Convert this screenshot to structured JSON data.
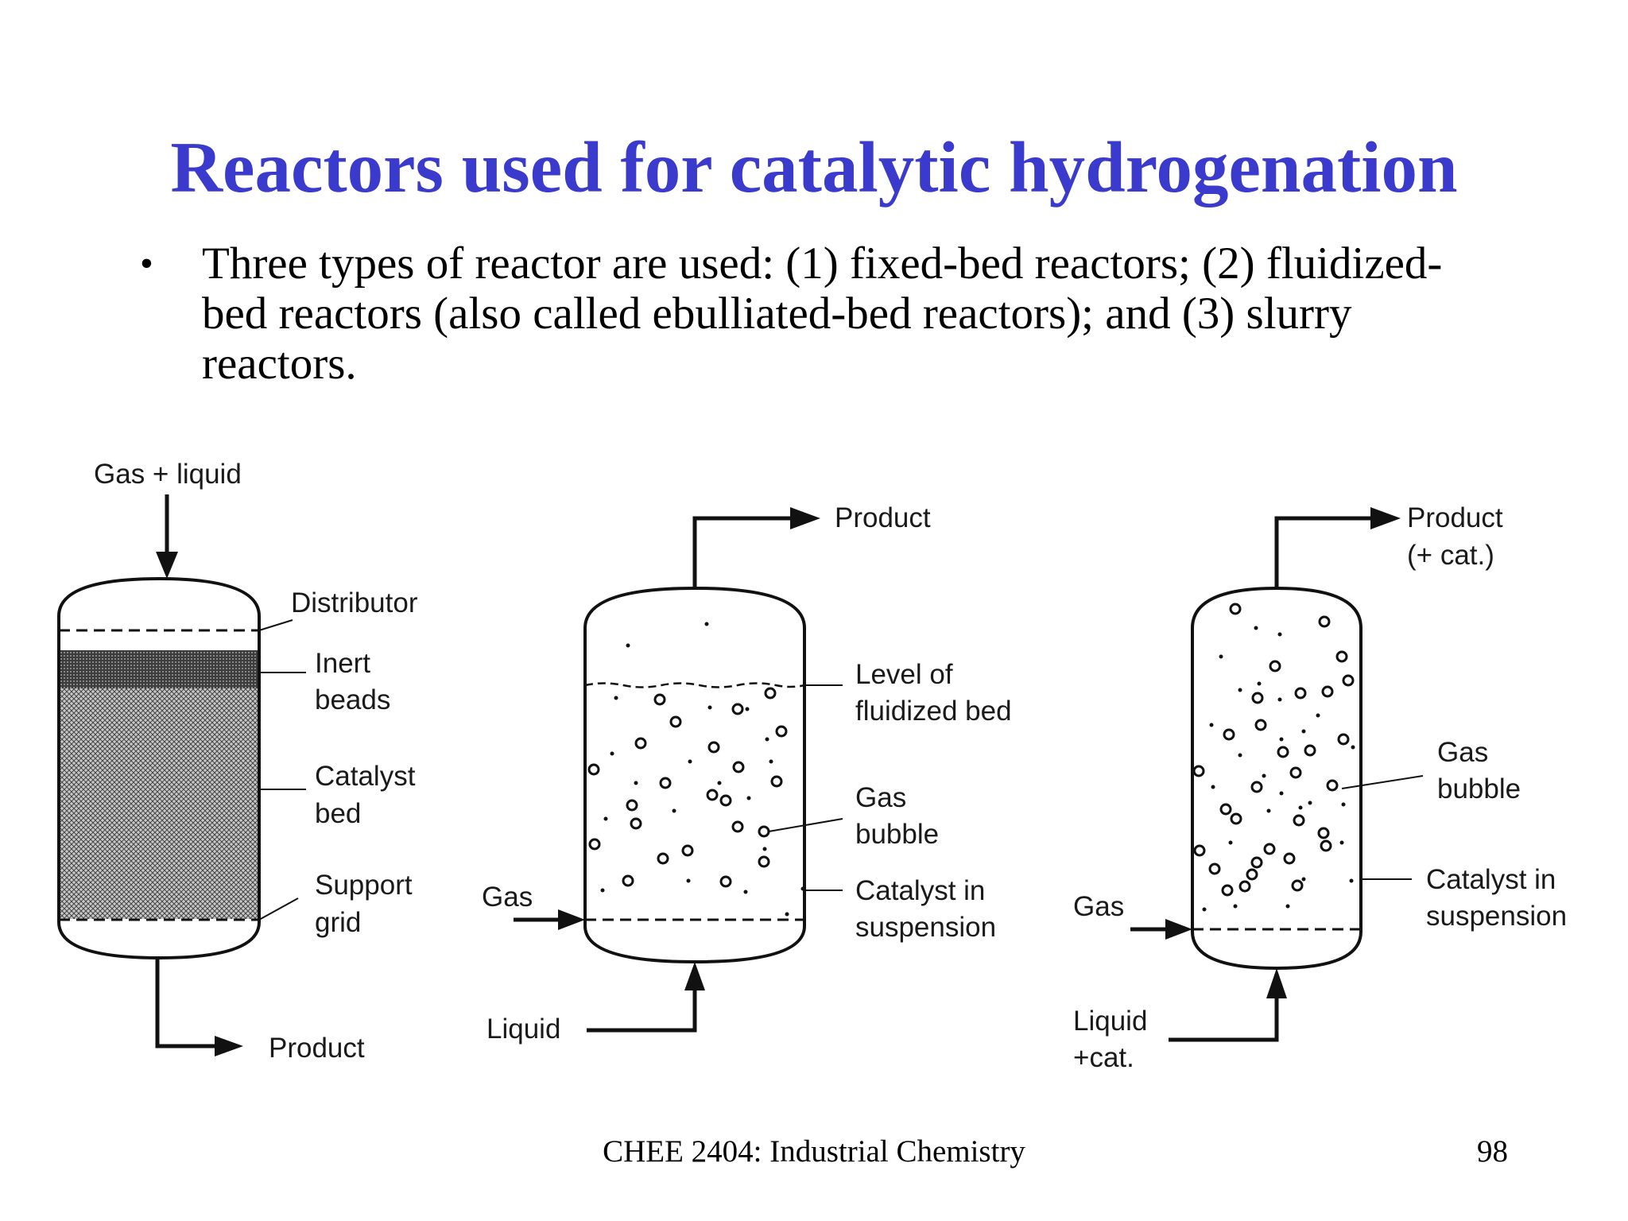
{
  "slide": {
    "title": "Reactors used for catalytic hydrogenation",
    "bullet": {
      "symbol": "•",
      "text": "Three types of reactor are used: (1) fixed-bed reactors; (2) fluidized-bed reactors (also called ebulliated-bed reactors); and (3) slurry reactors."
    },
    "footer": {
      "course": "CHEE 2404: Industrial Chemistry",
      "page": "98"
    },
    "title_color": "#3a3acc"
  },
  "diagram": {
    "fixed_bed": {
      "feed": "Gas + liquid",
      "distributor": "Distributor",
      "inert_beads": [
        "Inert",
        "beads"
      ],
      "catalyst_bed": [
        "Catalyst",
        "bed"
      ],
      "support_grid": [
        "Support",
        "grid"
      ],
      "product": "Product"
    },
    "fluidized_bed": {
      "product": "Product",
      "level": [
        "Level of",
        "fluidized bed"
      ],
      "gas_bubble": [
        "Gas",
        "bubble"
      ],
      "catalyst": [
        "Catalyst in",
        "suspension"
      ],
      "gas_in": "Gas",
      "liquid_in": "Liquid"
    },
    "slurry": {
      "product": [
        "Product",
        "(+ cat.)"
      ],
      "gas_bubble": [
        "Gas",
        "bubble"
      ],
      "catalyst": [
        "Catalyst in",
        "suspension"
      ],
      "gas_in": "Gas",
      "liquid_in": [
        "Liquid",
        "+cat."
      ]
    }
  }
}
